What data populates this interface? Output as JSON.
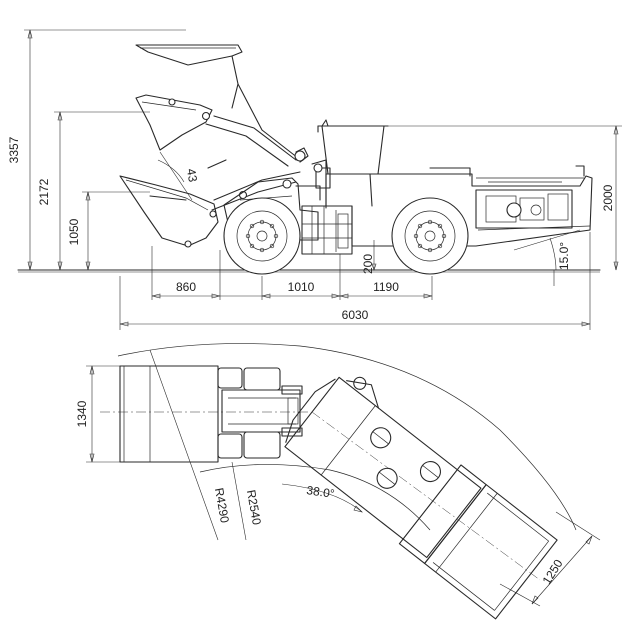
{
  "side_view": {
    "dims": {
      "overall_height": "3357",
      "mid_height": "2172",
      "low_height": "1050",
      "cab_height": "2000",
      "ground_clearance": "200",
      "bucket_reach": "860",
      "front_axle_to_hinge": "1010",
      "hinge_to_rear_axle": "1190",
      "overall_length": "6030",
      "dump_angle": "43",
      "departure_angle": "15.0°"
    }
  },
  "top_view": {
    "dims": {
      "bucket_width": "1340",
      "outer_radius": "R4290",
      "inner_radius": "R2540",
      "articulation_angle": "38.0°",
      "rear_width": "1250"
    }
  }
}
